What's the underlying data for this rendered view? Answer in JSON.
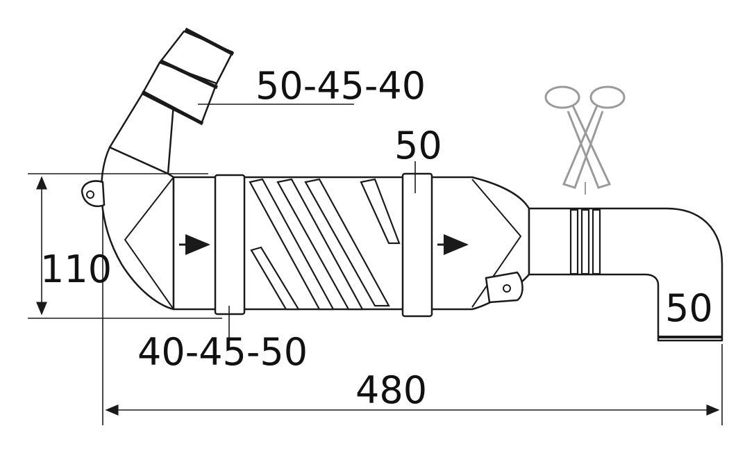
{
  "diagram": {
    "dimensions": {
      "inlet_top": "50-45-40",
      "inlet_band": "50",
      "height": "110",
      "outlet": "50",
      "inlet_bottom": "40-45-50",
      "length": "480"
    },
    "icons": {
      "scissors": "scissors-icon",
      "flow_left": "flow-arrow-icon",
      "flow_right": "flow-arrow-icon"
    },
    "colors": {
      "line": "#1a1a1a",
      "scissors": "#9a9a9a",
      "background": "#ffffff"
    }
  }
}
